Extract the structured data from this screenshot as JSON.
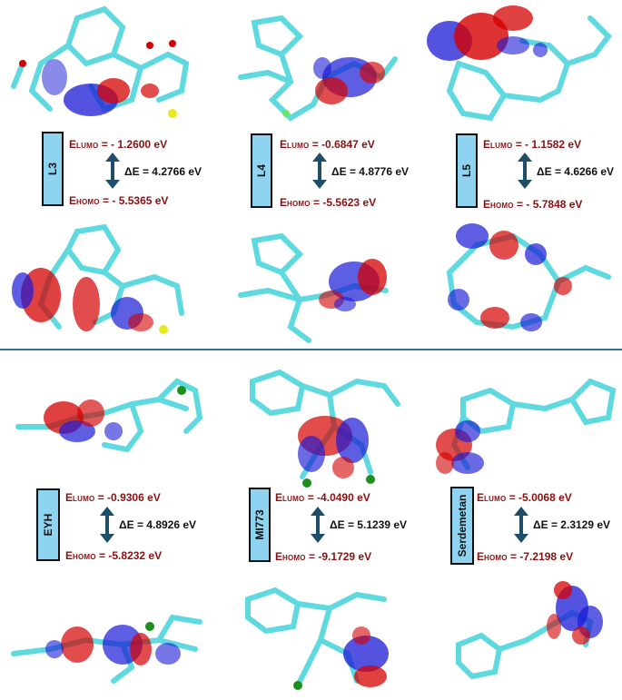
{
  "colors": {
    "energy_text": "#8a1111",
    "label_fill": "#8ed3f0",
    "divider": "#2f6f95",
    "arrow": "#1f4e6b",
    "orbital_positive": "#d40000",
    "orbital_negative": "#1a1ad6",
    "carbon": "#5fd9e0"
  },
  "panels": [
    {
      "id": "L3",
      "label": "L3",
      "lumo_prefix": "E",
      "lumo_sub": "LUMO",
      "lumo_value": "= - 1.2600 eV",
      "homo_prefix": "E",
      "homo_sub": "HOMO",
      "homo_value": "= - 5.5365 eV",
      "delta": "ΔE =  4.2766 eV"
    },
    {
      "id": "L4",
      "label": "L4",
      "lumo_prefix": "E",
      "lumo_sub": "LUMO",
      "lumo_value": "= -0.6847  eV",
      "homo_prefix": "E",
      "homo_sub": "HOMO",
      "homo_value": "= -5.5623 eV",
      "delta": "ΔE = 4.8776 eV"
    },
    {
      "id": "L5",
      "label": "L5",
      "lumo_prefix": "E",
      "lumo_sub": "LUMO",
      "lumo_value": "= - 1.1582 eV",
      "homo_prefix": "E",
      "homo_sub": "HOMO",
      "homo_value": "= - 5.7848 eV",
      "delta": "ΔE = 4.6266 eV"
    },
    {
      "id": "EYH",
      "label": "EYH",
      "lumo_prefix": "E",
      "lumo_sub": "LUMO",
      "lumo_value": "= -0.9306 eV",
      "homo_prefix": "E",
      "homo_sub": "HOMO",
      "homo_value": "= -5.8232 eV",
      "delta": "ΔE = 4.8926 eV"
    },
    {
      "id": "MI773",
      "label": "MI773",
      "lumo_prefix": "E",
      "lumo_sub": "LUMO",
      "lumo_value": "= -4.0490 eV",
      "homo_prefix": "E",
      "homo_sub": "HOMO",
      "homo_value": "= -9.1729 eV",
      "delta": "ΔE = 5.1239 eV"
    },
    {
      "id": "Serdemetan",
      "label": "Serdemetan",
      "lumo_prefix": "E",
      "lumo_sub": "LUMO",
      "lumo_value": "= -5.0068 eV",
      "homo_prefix": "E",
      "homo_sub": "HOMO",
      "homo_value": "= -7.2198 eV",
      "delta": "ΔE = 2.3129 eV"
    }
  ],
  "icons": [
    "molecule-orbital-render",
    "double-headed-arrow-icon"
  ]
}
